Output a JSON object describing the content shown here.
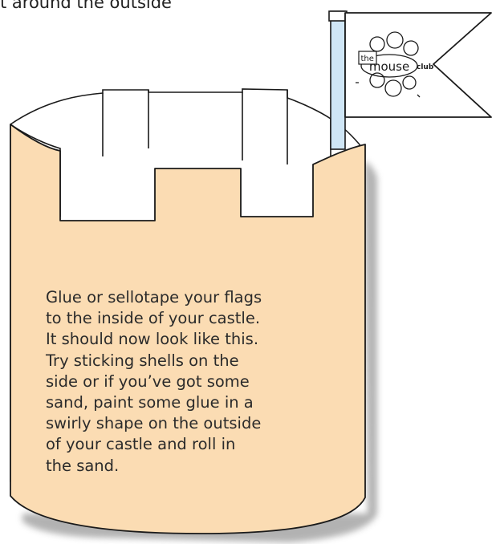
{
  "header": {
    "text": "t around the outside"
  },
  "instructions": {
    "lines": [
      "Glue or sellotape your flags",
      "to the inside of your castle.",
      "It should now look like this.",
      "Try sticking shells on the",
      "side or if you’ve got some",
      "sand, paint some glue in a",
      "swirly shape on the outside",
      "of your castle and roll in",
      "the sand."
    ]
  },
  "flag": {
    "logo_the": "the",
    "logo_mouse": "mouse",
    "logo_club": "club"
  },
  "colors": {
    "castle_front": "#fbdcb3",
    "flagpole": "#cfe6f6",
    "outline": "#1a1a1a",
    "shadow": "#8a8a8a"
  }
}
